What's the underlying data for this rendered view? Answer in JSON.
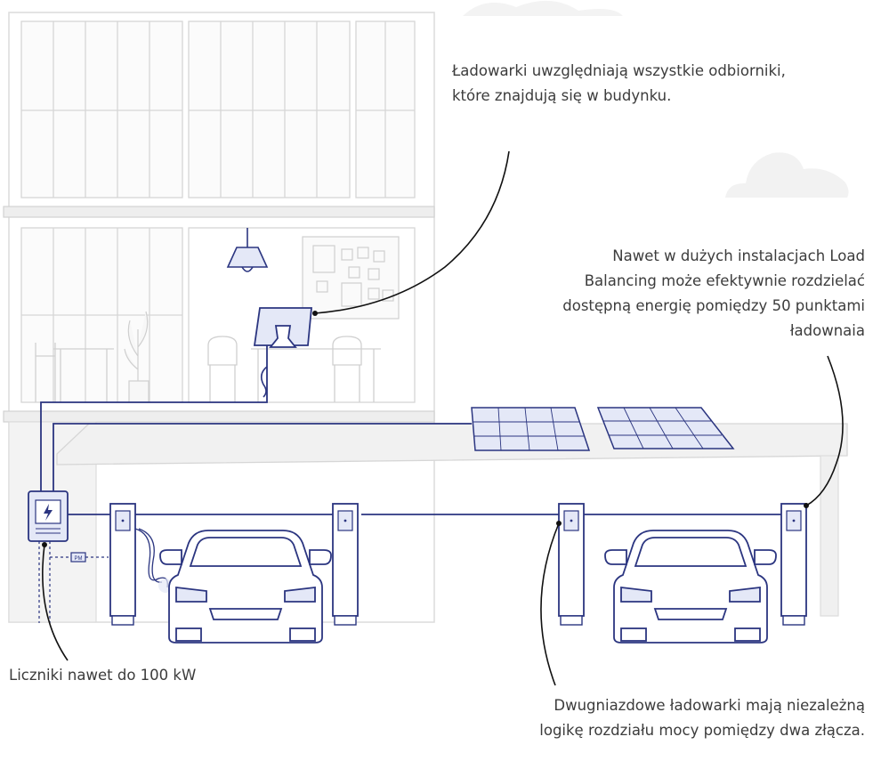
{
  "callouts": {
    "top": {
      "lines": [
        "Ładowarki uwzględniają wszystkie odbiorniki,",
        "które znajdują się w budynku."
      ]
    },
    "right": {
      "lines": [
        "Nawet w dużych instalacjach Load",
        "Balancing może efektywnie rozdzielać",
        "dostępną energię pomiędzy 50 punktami",
        "ładownaia"
      ]
    },
    "left": {
      "lines": [
        "Liczniki nawet do 100 kW"
      ]
    },
    "bottom": {
      "lines": [
        "Dwugniazdowe ładowarki mają niezależną",
        "logikę rozdziału mocy pomiędzy dwa złącza."
      ]
    }
  },
  "meter_label": "PM",
  "colors": {
    "line": "#2b3580",
    "accent_fill": "#e4e8f7",
    "building_stroke": "#d4d4d4",
    "building_fill": "#f7f7f7",
    "text": "#3c3c3c"
  }
}
